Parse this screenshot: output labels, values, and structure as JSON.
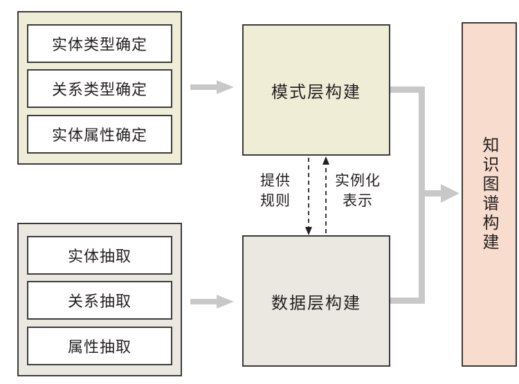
{
  "schema_group": {
    "items": [
      "实体类型确定",
      "关系类型确定",
      "实体属性确定"
    ]
  },
  "data_group": {
    "items": [
      "实体抽取",
      "关系抽取",
      "属性抽取"
    ]
  },
  "schema_layer": {
    "label": "模式层构建"
  },
  "data_layer": {
    "label": "数据层构建"
  },
  "knowledge_graph": {
    "label": "知识图谱构建"
  },
  "dashed_links": {
    "provide_rules": "提供\n规则",
    "instance_representation": "实例化\n表示"
  },
  "colors": {
    "schema_fill": "#efedd6",
    "data_fill": "#ebe8e1",
    "kg_fill": "#f8ddcf",
    "arrow_gray": "#c8c8c8",
    "border": "#3a3a3a"
  }
}
